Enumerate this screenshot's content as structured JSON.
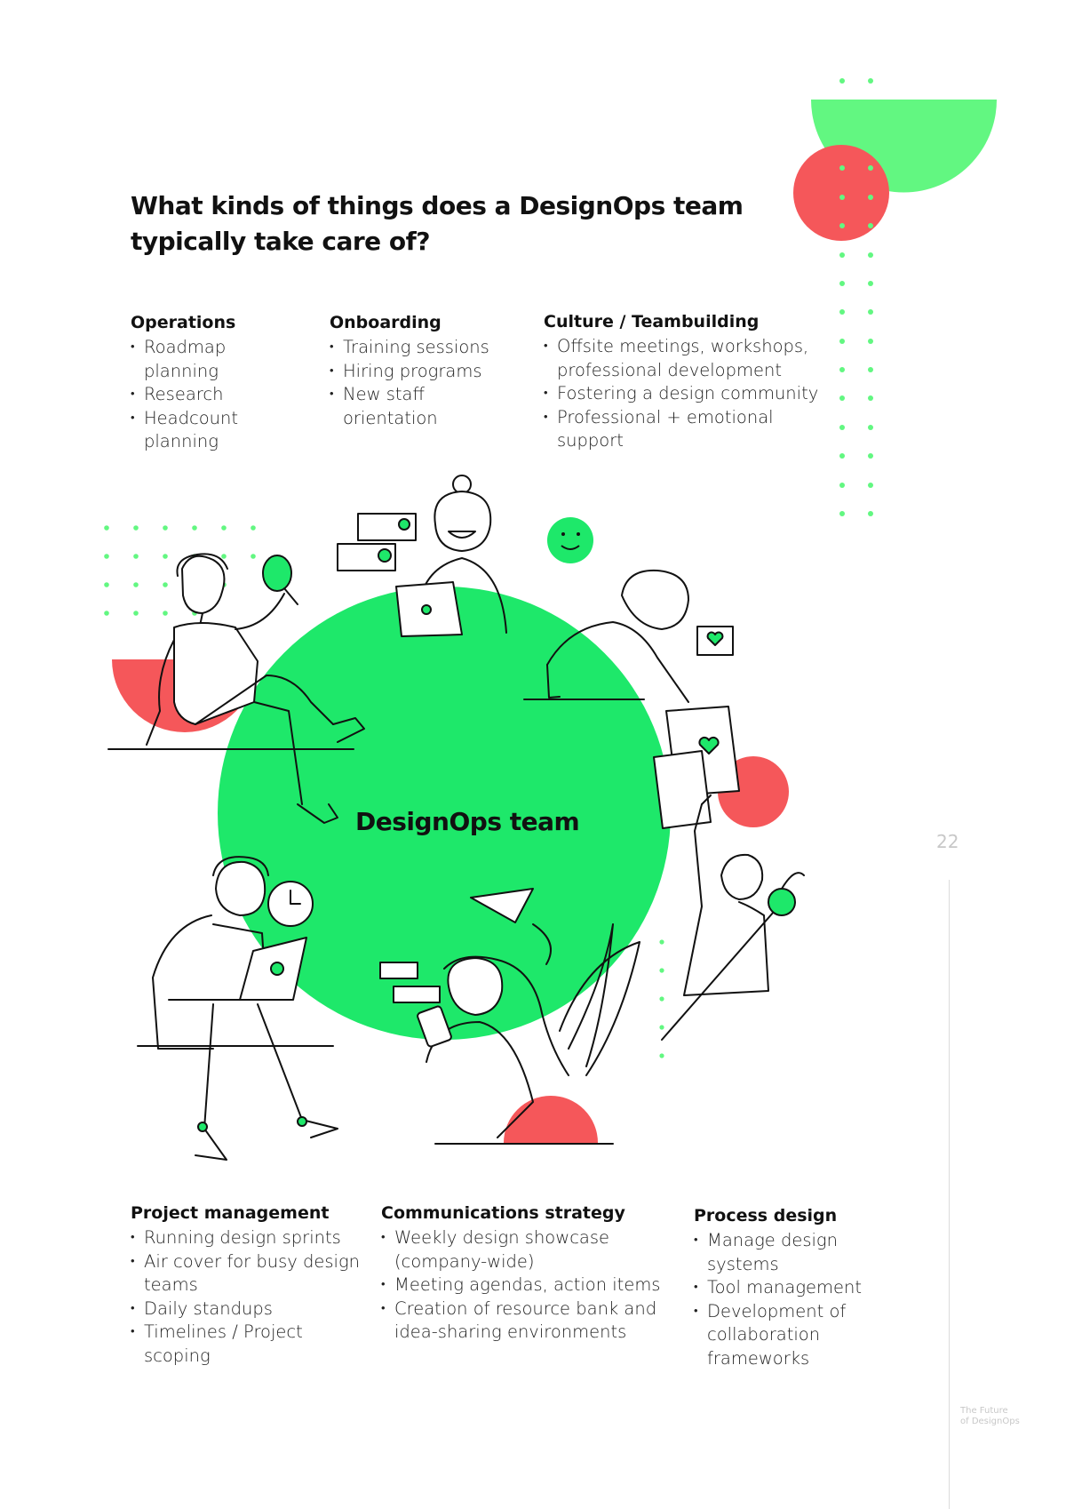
{
  "title": "What kinds of things does a DesignOps team typically take care of?",
  "center_label": "DesignOps team",
  "page_number": "22",
  "footer": {
    "line1": "The Future",
    "line2": "of DesignOps"
  },
  "colors": {
    "accent_green": "#1EE86A",
    "light_green": "#62F781",
    "accent_red": "#F5575A"
  },
  "sections": {
    "operations": {
      "title": "Operations",
      "items": [
        "Roadmap planning",
        "Research",
        "Headcount planning"
      ]
    },
    "onboarding": {
      "title": "Onboarding",
      "items": [
        "Training sessions",
        "Hiring programs",
        "New staff orientation"
      ]
    },
    "culture": {
      "title": "Culture / Teambuilding",
      "items": [
        "Offsite meetings, workshops, professional development",
        "Fostering a design community",
        "Professional + emotional support"
      ]
    },
    "project_management": {
      "title": "Project management",
      "items": [
        "Running design sprints",
        "Air cover for busy design teams",
        "Daily standups",
        "Timelines / Project scoping"
      ]
    },
    "communications": {
      "title": "Communications strategy",
      "items": [
        "Weekly design showcase (company-wide)",
        "Meeting agendas, action items",
        "Creation of resource bank and idea-sharing environments"
      ]
    },
    "process_design": {
      "title": "Process design",
      "items": [
        "Manage design systems",
        "Tool management",
        "Development of collaboration frameworks"
      ]
    }
  },
  "illustration_icons": [
    "person-with-magnifier-icon",
    "person-at-laptop-icon",
    "person-with-heart-note-icon",
    "person-with-paintbrush-icon",
    "person-with-phone-icon",
    "person-with-clock-laptop-icon",
    "paper-plane-icon",
    "smiley-icon",
    "profile-card-icon",
    "heart-chat-icon"
  ]
}
